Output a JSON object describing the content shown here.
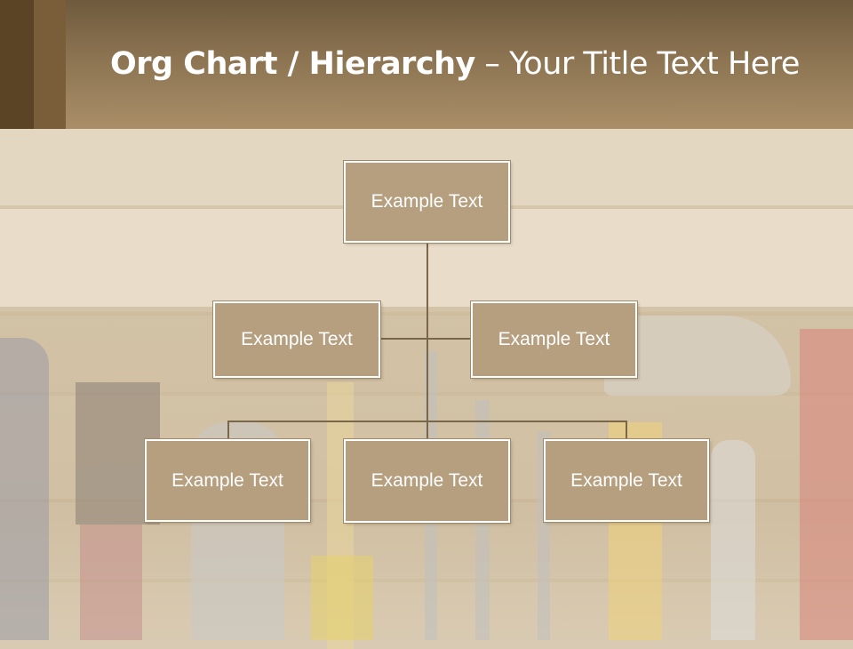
{
  "slide": {
    "title_bold": "Org Chart / Hierarchy",
    "title_sep": " – ",
    "title_rest": "Your Title Text Here"
  },
  "org_chart": {
    "root": {
      "label": "Example Text"
    },
    "level2": [
      {
        "label": "Example Text"
      },
      {
        "label": "Example Text"
      }
    ],
    "level3": [
      {
        "label": "Example Text"
      },
      {
        "label": "Example Text"
      },
      {
        "label": "Example Text"
      }
    ]
  },
  "colors": {
    "node_fill": "#b59f7f",
    "node_border": "#ffffff",
    "connector": "#7a6648",
    "header_band": "#8c7452"
  }
}
